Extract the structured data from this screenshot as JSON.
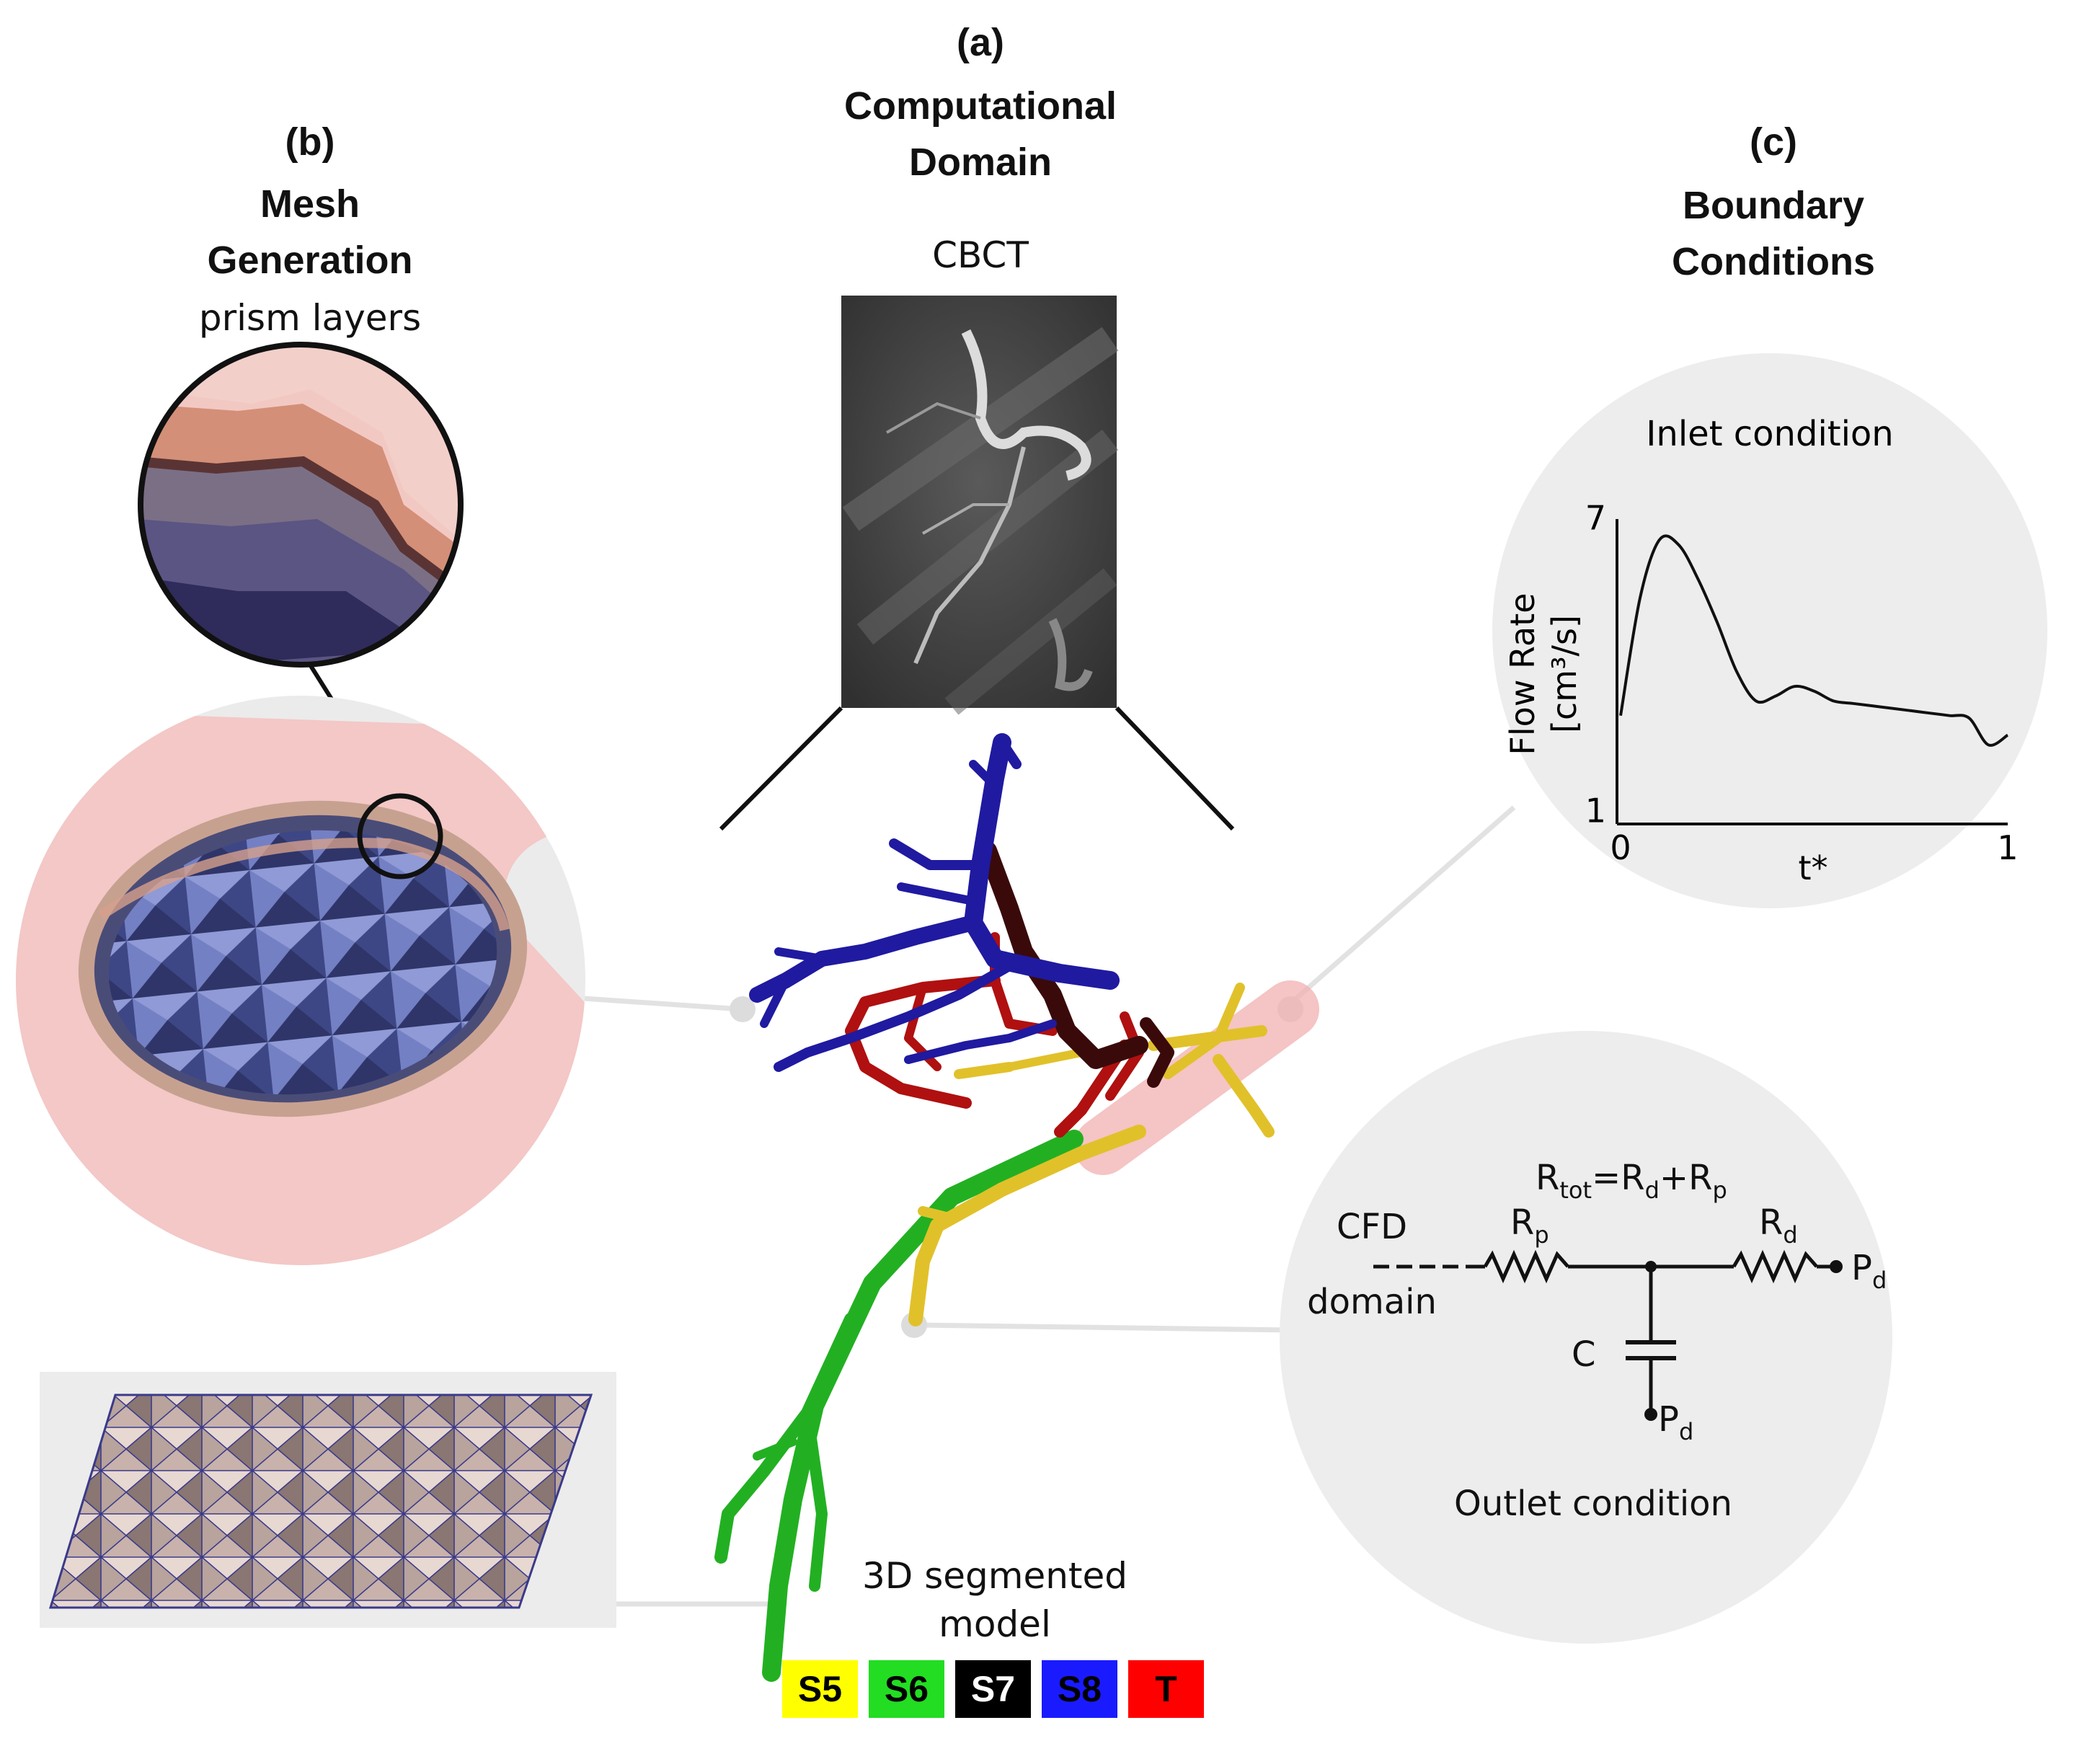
{
  "panel_a": {
    "letter": "(a)",
    "title_line1": "Computational",
    "title_line2": "Domain",
    "image_label": "CBCT",
    "model_label_line1": "3D segmented",
    "model_label_line2": "model"
  },
  "panel_b": {
    "letter": "(b)",
    "title_line1": "Mesh",
    "title_line2": "Generation",
    "subtitle": "prism layers"
  },
  "panel_c": {
    "letter": "(c)",
    "title_line1": "Boundary",
    "title_line2": "Conditions",
    "inlet_title": "Inlet condition",
    "outlet_title": "Outlet condition"
  },
  "chart_data": {
    "type": "line",
    "title": "Inlet condition",
    "xlabel": "t*",
    "ylabel": "Flow Rate",
    "ylabel_unit": "[cm³/s]",
    "xlim": [
      0,
      1
    ],
    "ylim": [
      1,
      7
    ],
    "xticks": [
      "0",
      "1"
    ],
    "yticks": [
      "1",
      "7"
    ],
    "x": [
      0,
      0.05,
      0.1,
      0.15,
      0.2,
      0.25,
      0.3,
      0.35,
      0.4,
      0.45,
      0.5,
      0.55,
      0.6,
      0.65,
      0.7,
      0.75,
      0.8,
      0.85,
      0.9,
      0.95,
      1.0
    ],
    "y": [
      3.0,
      5.4,
      6.6,
      6.5,
      5.8,
      4.9,
      3.9,
      3.3,
      3.4,
      3.6,
      3.5,
      3.3,
      3.25,
      3.2,
      3.15,
      3.1,
      3.05,
      3.0,
      2.95,
      2.4,
      2.6
    ]
  },
  "circuit": {
    "equation": {
      "R": "R",
      "tot": "tot",
      "eq1": "=R",
      "d": "d",
      "plus": "+R",
      "p": "p"
    },
    "cfd_line1": "CFD",
    "cfd_line2": "domain",
    "rp": {
      "main": "R",
      "sub": "p"
    },
    "rd": {
      "main": "R",
      "sub": "d"
    },
    "pd_right": {
      "main": "P",
      "sub": "d"
    },
    "pd_bottom": {
      "main": "P",
      "sub": "d"
    },
    "capacitor": "C"
  },
  "legend": [
    {
      "label": "S5",
      "color": "#ffff00",
      "text_color": "#000000"
    },
    {
      "label": "S6",
      "color": "#22dd22",
      "text_color": "#000000"
    },
    {
      "label": "S7",
      "color": "#000000",
      "text_color": "#ffffff"
    },
    {
      "label": "S8",
      "color": "#1a1aff",
      "text_color": "#000000"
    },
    {
      "label": "T",
      "color": "#ff0000",
      "text_color": "#000000"
    }
  ],
  "colors": {
    "S5": "#e1c12a",
    "S6": "#22b022",
    "S7": "#3a0a0a",
    "S8": "#1f1aa0",
    "T": "#b01010",
    "circle_bg": "#ededed",
    "connector": "#e2e2e2"
  }
}
